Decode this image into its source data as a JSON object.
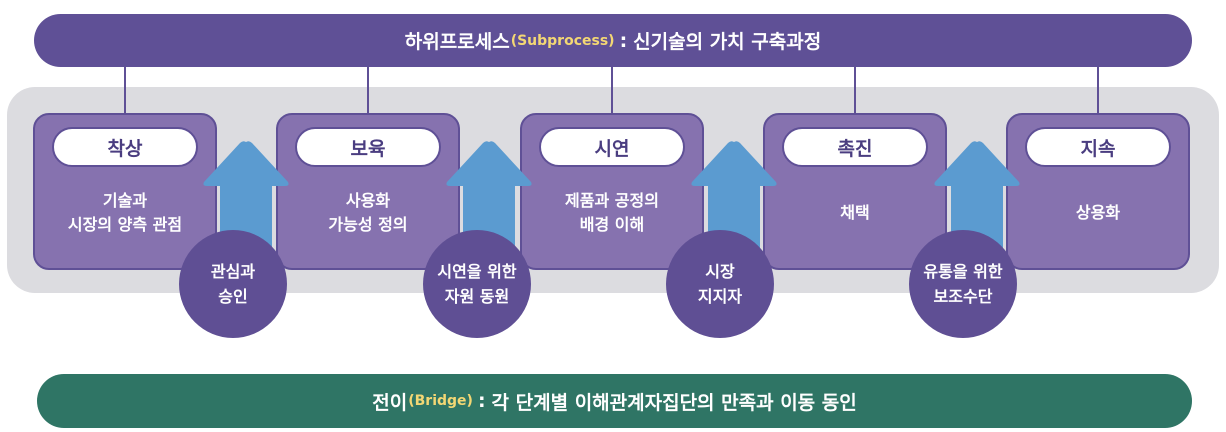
{
  "subprocess_bar": {
    "title_ko": "하위프로세스",
    "title_en": "(Subprocess)",
    "separator": ":",
    "description": "신기술의 가치 구축과정"
  },
  "stages": [
    {
      "name": "착상",
      "description": "기술과\n시장의 양측 관점"
    },
    {
      "name": "보육",
      "description": "사용화\n가능성 정의"
    },
    {
      "name": "시연",
      "description": "제품과 공정의\n배경 이해"
    },
    {
      "name": "촉진",
      "description": "채택"
    },
    {
      "name": "지속",
      "description": "상용화"
    }
  ],
  "transitions": [
    {
      "label": "관심과\n승인",
      "icon": "arrow-up-icon"
    },
    {
      "label": "시연을 위한\n자원 동원",
      "icon": "arrow-up-icon"
    },
    {
      "label": "시장\n지지자",
      "icon": "arrow-up-icon"
    },
    {
      "label": "유통을 위한\n보조수단",
      "icon": "arrow-up-icon"
    }
  ],
  "bridge_bar": {
    "title_ko": "전이",
    "title_en": "(Bridge)",
    "separator": ":",
    "description": "각 단계별 이해관계자집단의 만족과 이동 동인"
  },
  "colors": {
    "subprocess_bar": "#5f5096",
    "stage_fill": "#8672af",
    "stage_border": "#5f5096",
    "arrow": "#5b9bd0",
    "transition_circle": "#5f4f94",
    "bridge_bar": "#2f7565",
    "panel": "#dcdce0",
    "accent_text": "#f3d774"
  }
}
